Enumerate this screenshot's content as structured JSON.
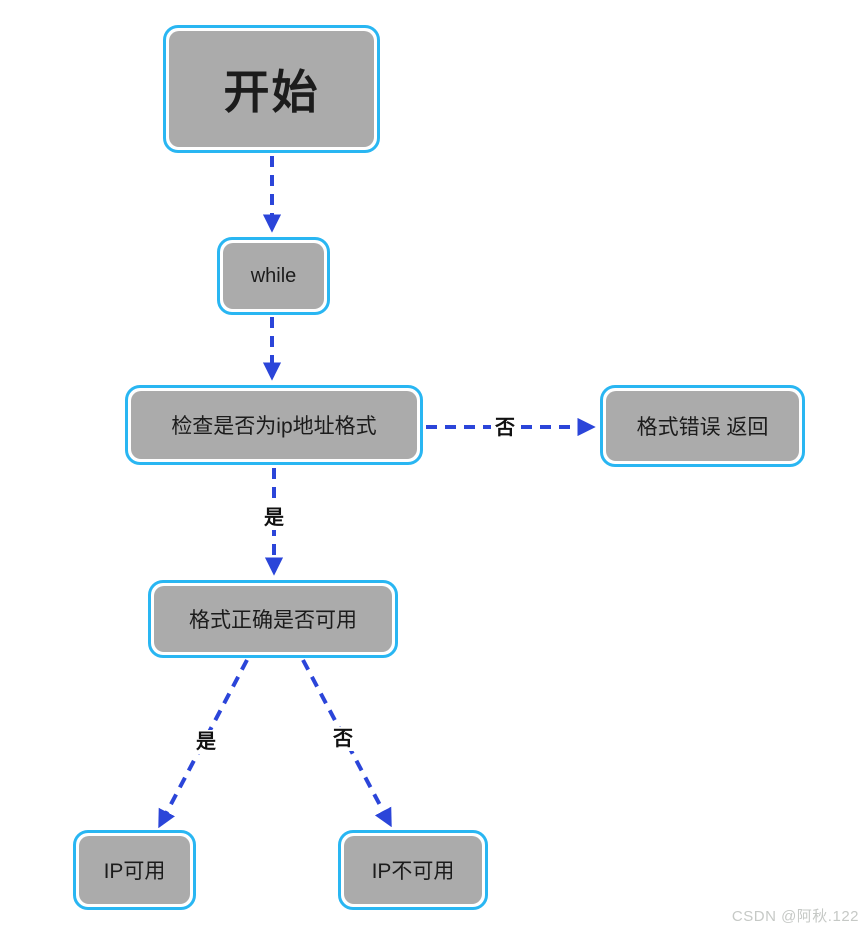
{
  "diagram": {
    "type": "flowchart",
    "direction": "top-down"
  },
  "nodes": [
    {
      "id": "start",
      "label": "开始"
    },
    {
      "id": "while",
      "label": "while"
    },
    {
      "id": "check_format",
      "label": "检查是否为ip地址格式"
    },
    {
      "id": "format_error",
      "label": "格式错误 返回"
    },
    {
      "id": "check_usable",
      "label": "格式正确是否可用"
    },
    {
      "id": "ip_usable",
      "label": "IP可用"
    },
    {
      "id": "ip_unusable",
      "label": "IP不可用"
    }
  ],
  "edges": [
    {
      "from": "start",
      "to": "while",
      "label": ""
    },
    {
      "from": "while",
      "to": "check_format",
      "label": ""
    },
    {
      "from": "check_format",
      "to": "format_error",
      "label": "否"
    },
    {
      "from": "check_format",
      "to": "check_usable",
      "label": "是"
    },
    {
      "from": "check_usable",
      "to": "ip_usable",
      "label": "是"
    },
    {
      "from": "check_usable",
      "to": "ip_unusable",
      "label": "否"
    }
  ],
  "colors": {
    "node_fill": "#ababab",
    "node_border": "#29b6f2",
    "edge": "#2b45d9",
    "text": "#1c1c1c",
    "watermark": "#c6c9c6"
  },
  "watermark": "CSDN @阿秋.122"
}
